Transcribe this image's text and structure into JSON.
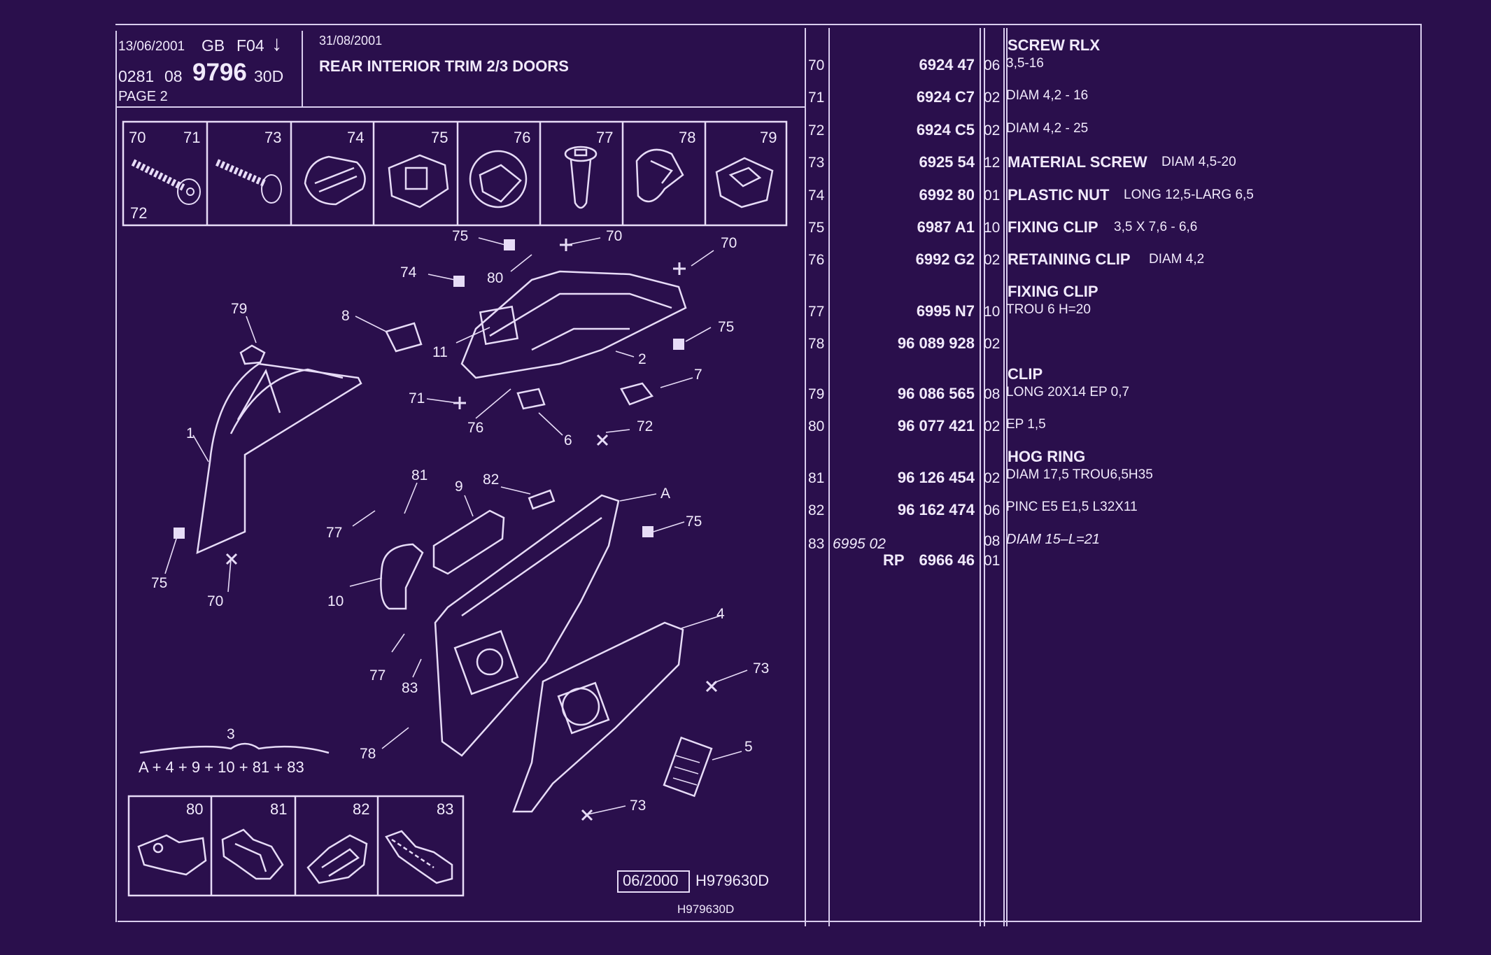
{
  "header": {
    "date1": "13/06/2001",
    "lang": "GB",
    "folio": "F04",
    "arrow": "↓",
    "code1": "0281",
    "code2": "08",
    "model": "9796",
    "version": "30D",
    "page": "PAGE 2",
    "date2": "31/08/2001",
    "title": "REAR INTERIOR TRIM 2/3 DOORS"
  },
  "thumbs_top": [
    {
      "labels": [
        "70",
        "71",
        "72"
      ]
    },
    {
      "labels": [
        "73"
      ]
    },
    {
      "labels": [
        "74"
      ]
    },
    {
      "labels": [
        "75"
      ]
    },
    {
      "labels": [
        "76"
      ]
    },
    {
      "labels": [
        "77"
      ]
    },
    {
      "labels": [
        "78"
      ]
    },
    {
      "labels": [
        "79"
      ]
    }
  ],
  "thumbs_bottom": [
    "80",
    "81",
    "82",
    "83"
  ],
  "diagram": {
    "callouts": [
      "75",
      "70",
      "70",
      "74",
      "80",
      "8",
      "11",
      "79",
      "75",
      "2",
      "7",
      "71",
      "76",
      "72",
      "6",
      "1",
      "75",
      "70",
      "81",
      "9",
      "82",
      "A",
      "75",
      "77",
      "10",
      "4",
      "77",
      "83",
      "73",
      "78",
      "5",
      "73",
      "3"
    ],
    "formula": "A + 4 + 9 + 10 + 81 + 83",
    "ref_date": "06/2000",
    "ref_code": "H979630D",
    "ref_code_small": "H979630D"
  },
  "parts": [
    {
      "item": "70",
      "ref": "6924 47",
      "qty": "06",
      "name": "SCREW RLX",
      "desc": "3,5-16"
    },
    {
      "item": "71",
      "ref": "6924 C7",
      "qty": "02",
      "name": "",
      "desc": "DIAM 4,2 - 16"
    },
    {
      "item": "72",
      "ref": "6924 C5",
      "qty": "02",
      "name": "",
      "desc": "DIAM 4,2 - 25"
    },
    {
      "item": "73",
      "ref": "6925 54",
      "qty": "12",
      "name": "MATERIAL SCREW",
      "desc": "DIAM 4,5-20"
    },
    {
      "item": "74",
      "ref": "6992 80",
      "qty": "01",
      "name": "PLASTIC NUT",
      "desc": "LONG 12,5-LARG 6,5"
    },
    {
      "item": "75",
      "ref": "6987 A1",
      "qty": "10",
      "name": "FIXING CLIP",
      "desc": "3,5 X 7,6 - 6,6"
    },
    {
      "item": "76",
      "ref": "6992 G2",
      "qty": "02",
      "name": "RETAINING CLIP",
      "desc": "DIAM 4,2"
    },
    {
      "item": "77",
      "ref": "6995 N7",
      "qty": "10",
      "name": "FIXING CLIP",
      "desc": "TROU 6 H=20"
    },
    {
      "item": "78",
      "ref": "96 089 928",
      "qty": "02",
      "name": "",
      "desc": ""
    },
    {
      "item": "79",
      "ref": "96 086 565",
      "qty": "08",
      "name": "CLIP",
      "desc": "LONG 20X14 EP 0,7"
    },
    {
      "item": "80",
      "ref": "96 077 421",
      "qty": "02",
      "name": "",
      "desc": "EP 1,5"
    },
    {
      "item": "81",
      "ref": "96 126 454",
      "qty": "02",
      "name": "HOG RING",
      "desc": "DIAM 17,5 TROU6,5H35"
    },
    {
      "item": "82",
      "ref": "96 162 474",
      "qty": "06",
      "name": "",
      "desc": "PINC E5 E1,5 L32X11"
    },
    {
      "item": "83",
      "ref_old": "6995 02",
      "ref_prefix": "RP",
      "ref": "6966 46",
      "qty_old": "08",
      "qty": "01",
      "name": "",
      "desc": "DIAM 15–L=21"
    }
  ],
  "colors": {
    "background": "#2a0f4c",
    "ink": "#f1eafc"
  }
}
